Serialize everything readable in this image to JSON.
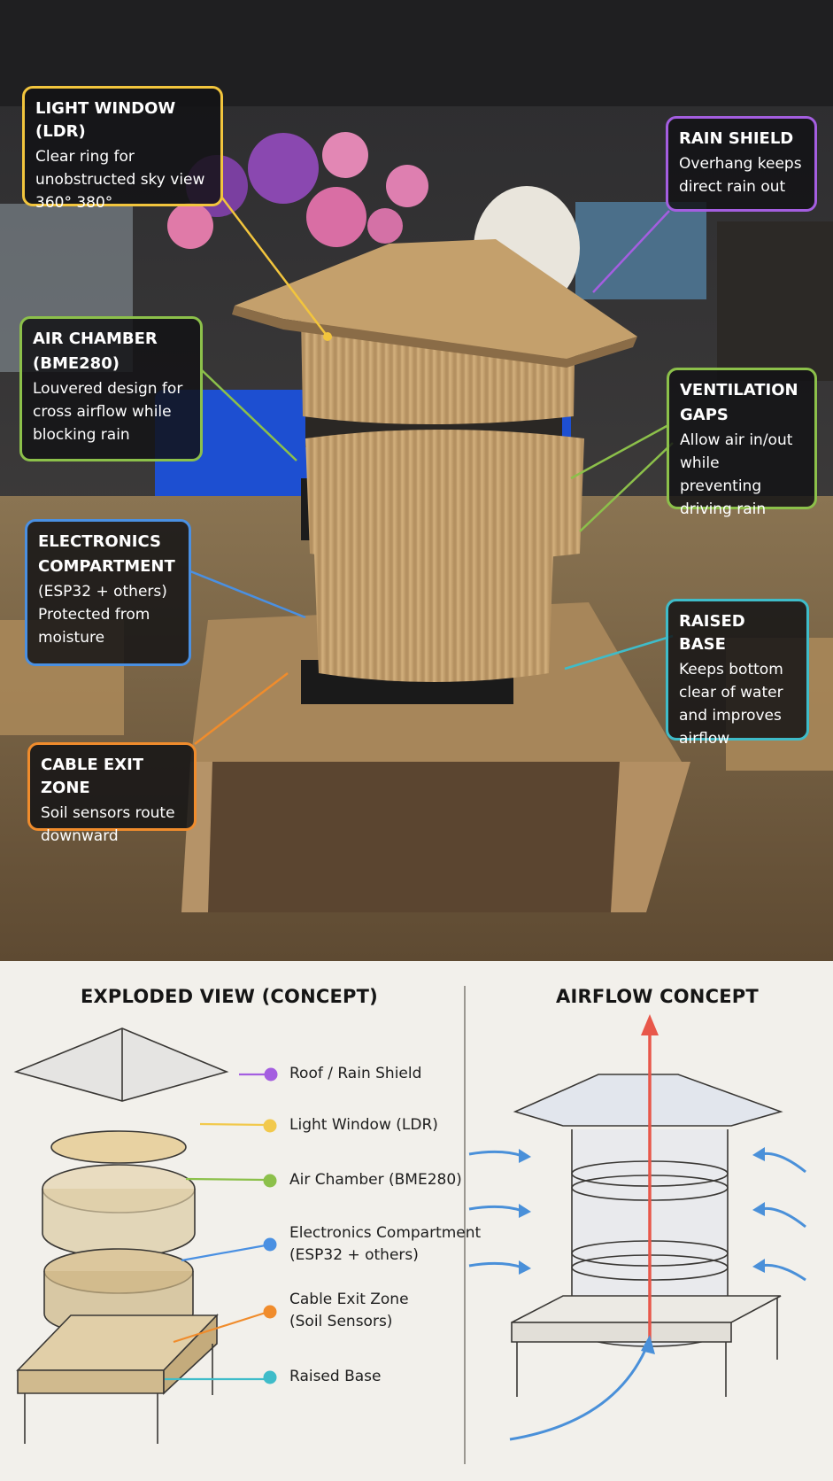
{
  "callouts": {
    "light_window": {
      "title": "LIGHT WINDOW (LDR)",
      "lines": [
        "Clear ring for",
        "unobstructed sky view",
        "360° 380°"
      ],
      "color": "#f2c53d"
    },
    "rain_shield": {
      "title": "RAIN SHIELD",
      "lines": [
        "Overhang keeps",
        "direct rain out"
      ],
      "color": "#a45ee0"
    },
    "air_chamber": {
      "title_lines": [
        "AIR CHAMBER",
        "(BME280)"
      ],
      "lines": [
        "Louvered design for",
        "cross airflow while",
        "blocking rain"
      ],
      "color": "#8cc04a"
    },
    "ventilation": {
      "title_lines": [
        "VENTILATION",
        "GAPS"
      ],
      "lines": [
        "Allow air in/out",
        "while preventing",
        "driving rain"
      ],
      "color": "#8cc04a"
    },
    "electronics": {
      "title_lines": [
        "ELECTRONICS",
        "COMPARTMENT"
      ],
      "lines": [
        "(ESP32 + others)",
        "Protected from",
        "moisture"
      ],
      "color": "#4a90e2"
    },
    "raised_base": {
      "title": "RAISED BASE",
      "lines": [
        "Keeps bottom",
        "clear of water",
        "and improves",
        "airflow"
      ],
      "color": "#3fbcc9"
    },
    "cable_exit": {
      "title": "CABLE EXIT ZONE",
      "lines": [
        "Soil sensors route",
        "downward"
      ],
      "color": "#f08c2c"
    }
  },
  "exploded": {
    "title": "EXPLODED VIEW (CONCEPT)",
    "legend": [
      {
        "lines": [
          "Roof / Rain Shield"
        ],
        "color": "#a45ee0"
      },
      {
        "lines": [
          "Light Window (LDR)"
        ],
        "color": "#f2c94c"
      },
      {
        "lines": [
          "Air Chamber (BME280)"
        ],
        "color": "#8cc04a"
      },
      {
        "lines": [
          "Electronics Compartment",
          "(ESP32 + others)"
        ],
        "color": "#4a90e2"
      },
      {
        "lines": [
          "Cable Exit Zone",
          "(Soil Sensors)"
        ],
        "color": "#f08c2c"
      },
      {
        "lines": [
          "Raised Base"
        ],
        "color": "#3fbcc9"
      }
    ]
  },
  "airflow": {
    "title": "AIRFLOW CONCEPT",
    "up_color": "#e8574a",
    "in_color": "#4a90d9"
  }
}
